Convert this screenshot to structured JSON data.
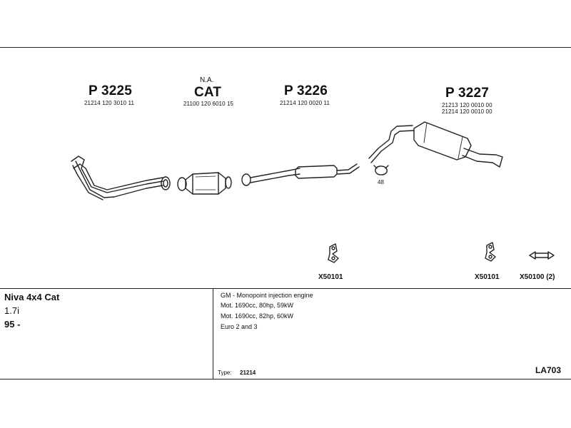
{
  "parts": {
    "p3225": {
      "label": "P 3225",
      "code": "21214 120 3010 11"
    },
    "cat": {
      "note": "N.A.",
      "label": "CAT",
      "code": "21100 120 6010 15"
    },
    "p3226": {
      "label": "P 3226",
      "code": "21214 120 0020 11"
    },
    "p3227": {
      "label": "P 3227",
      "codes": [
        "21213 120 0010 00",
        "21214 120 0010 00"
      ]
    },
    "clamp": {
      "label": "48"
    },
    "hanger_left": {
      "label": "X50101"
    },
    "hanger_right": {
      "label": "X50101"
    },
    "bush": {
      "label": "X50100 (2)"
    }
  },
  "vehicle": {
    "model": "Niva 4x4 Cat",
    "engine": "1.7i",
    "year": "95 -"
  },
  "specs": {
    "lines": [
      "GM - Monopoint injection engine",
      "Mot. 1690cc, 80hp, 59kW",
      "Mot. 1690cc, 82hp, 60kW",
      "Euro 2 and 3"
    ],
    "type_label": "Type:",
    "type_value": "21214",
    "ref": "LA703"
  }
}
